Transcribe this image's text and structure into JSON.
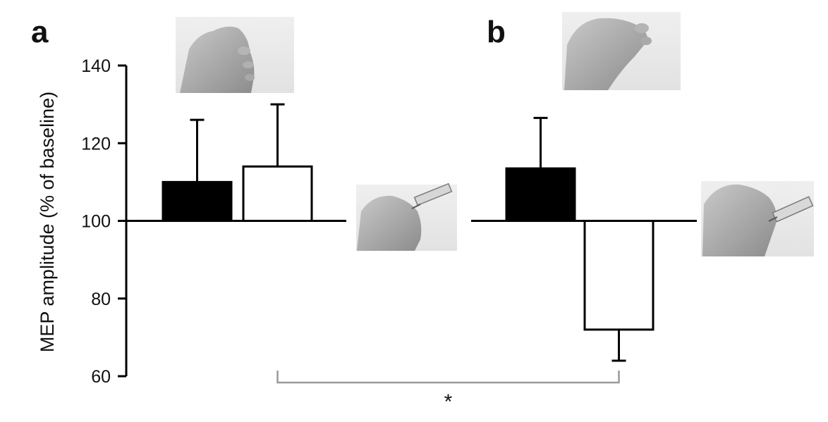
{
  "chart_data": {
    "type": "bar",
    "ylabel": "MEP amplitude (% of baseline)",
    "ylim": [
      60,
      140
    ],
    "yticks": [
      60,
      80,
      100,
      120,
      140
    ],
    "baseline": 100,
    "grid": false,
    "panels": [
      {
        "label": "a",
        "photo_top": "foot-photo",
        "photo_side": "foot-injection-photo",
        "bars": [
          {
            "fill": "black",
            "value": 110,
            "error": 16
          },
          {
            "fill": "white",
            "value": 114,
            "error": 16
          }
        ]
      },
      {
        "label": "b",
        "photo_top": "hand-photo",
        "photo_side": "hand-injection-photo",
        "bars": [
          {
            "fill": "black",
            "value": 113.5,
            "error": 13
          },
          {
            "fill": "white",
            "value": 72,
            "error": 8
          }
        ]
      }
    ],
    "significance": "*"
  },
  "colors": {
    "black_bar": "#000000",
    "white_bar": "#ffffff",
    "axis": "#000000",
    "bracket": "#9a9a9a"
  }
}
